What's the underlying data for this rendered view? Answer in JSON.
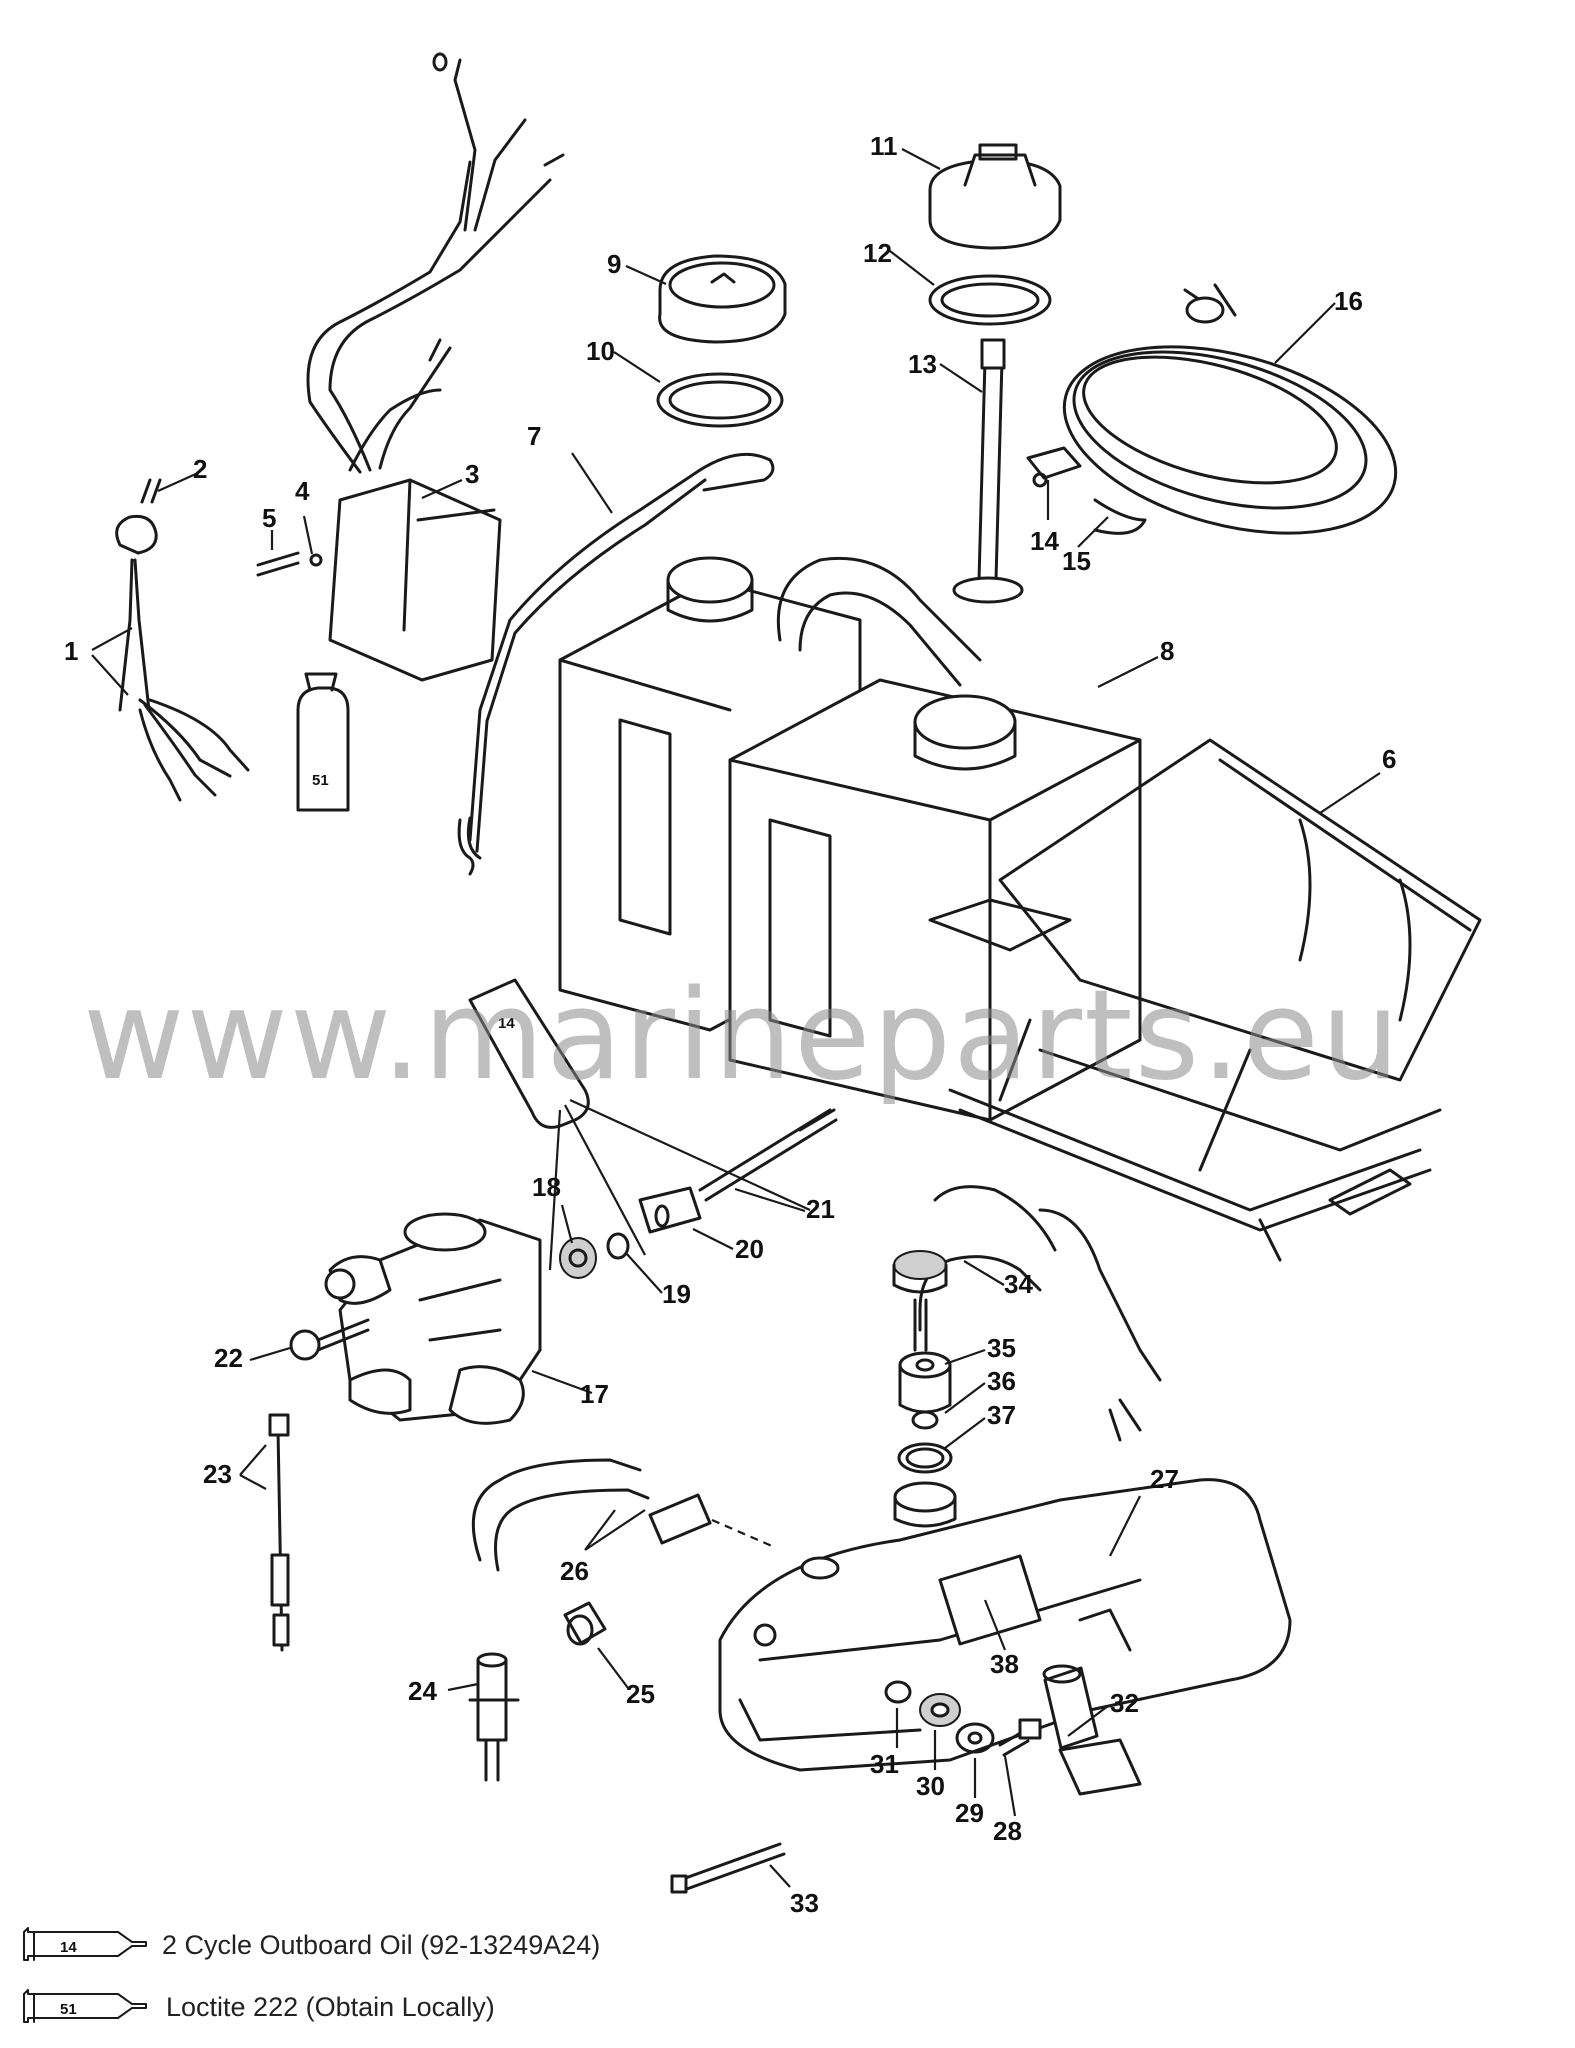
{
  "watermark": "www.marineparts.eu",
  "callouts": [
    "1",
    "2",
    "3",
    "4",
    "5",
    "6",
    "7",
    "8",
    "9",
    "10",
    "11",
    "12",
    "13",
    "14",
    "15",
    "16",
    "17",
    "18",
    "19",
    "20",
    "21",
    "22",
    "23",
    "24",
    "25",
    "26",
    "27",
    "28",
    "29",
    "30",
    "31",
    "32",
    "33",
    "34",
    "35",
    "36",
    "37",
    "38"
  ],
  "legend": [
    {
      "code": "14",
      "text": "2 Cycle Outboard Oil (92-13249A24)"
    },
    {
      "code": "51",
      "text": "Loctite 222  (Obtain Locally)"
    }
  ],
  "tube_codes": {
    "sealant_tube": "51",
    "oil_tube": "14"
  }
}
